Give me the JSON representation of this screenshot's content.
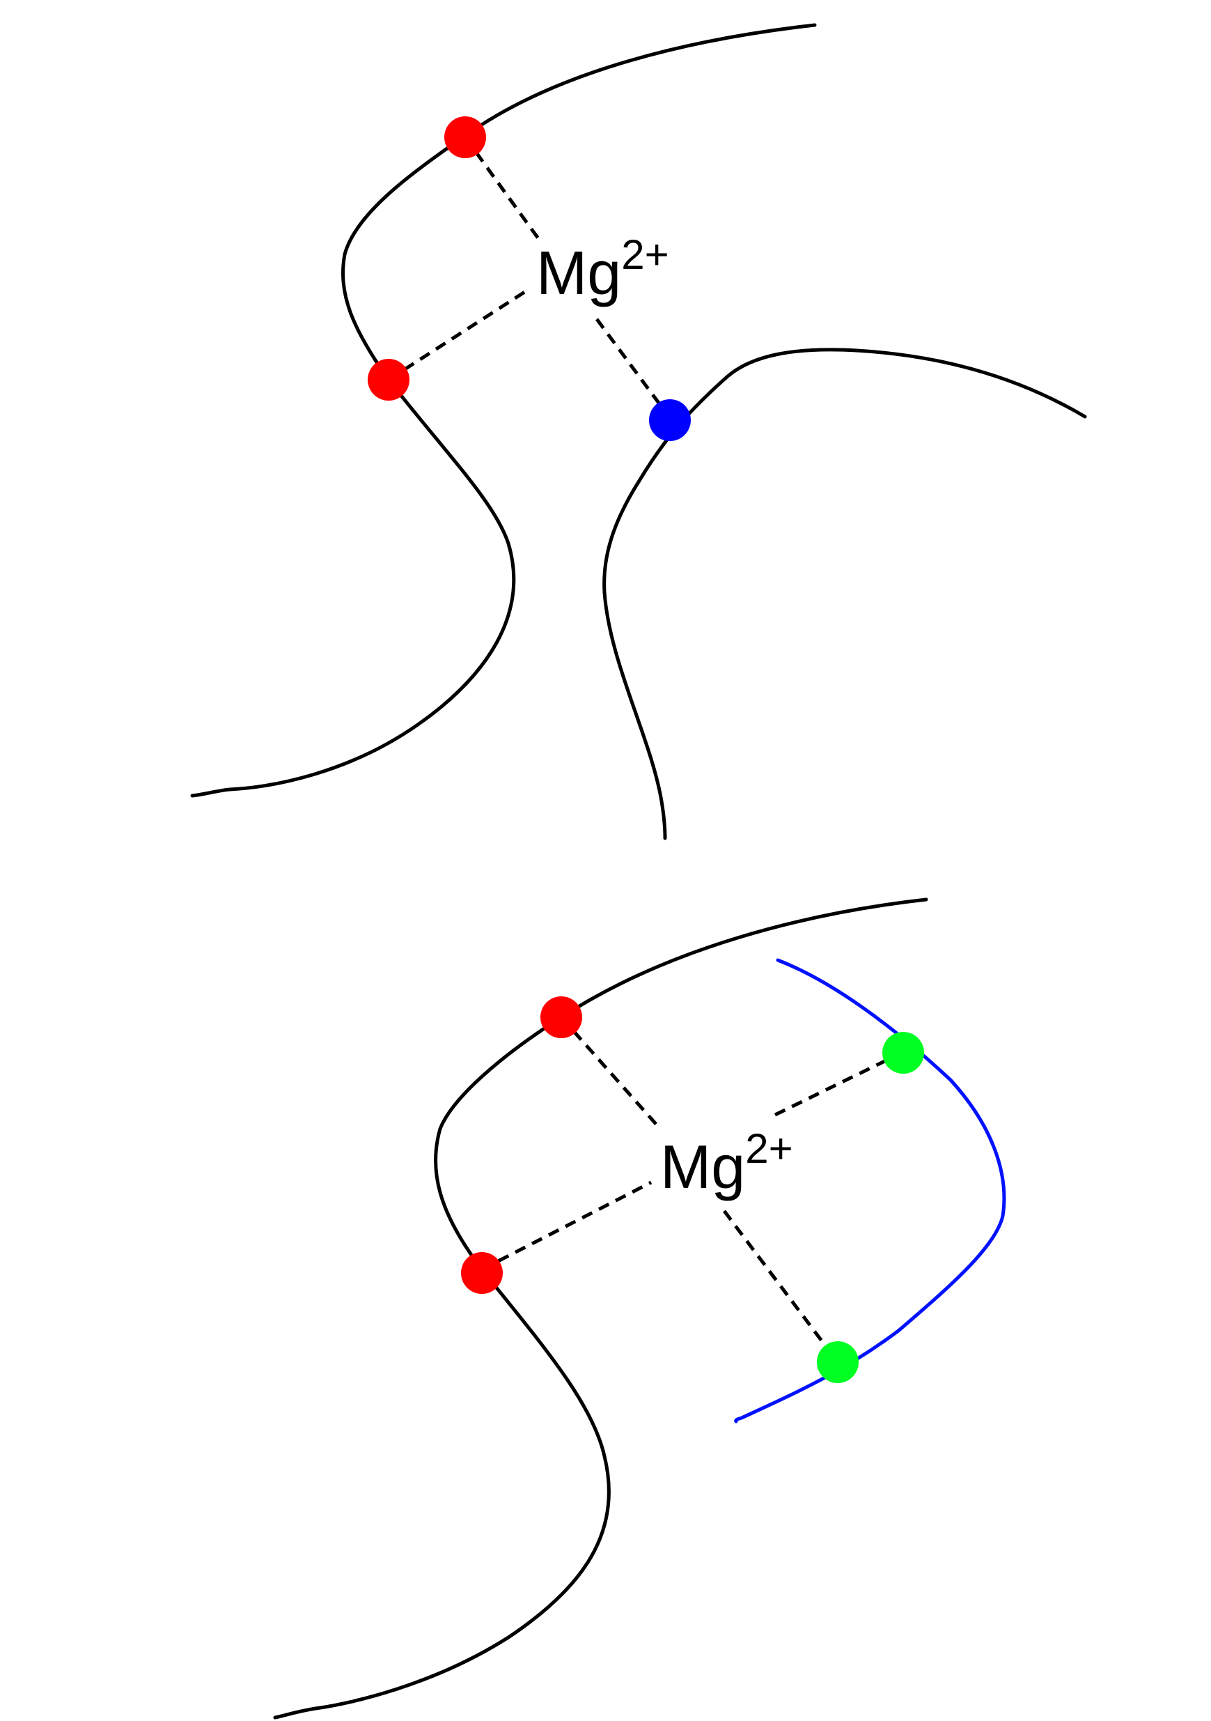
{
  "colors": {
    "strand": "#000000",
    "second_strand_bottom": "#0011ff",
    "oxygen_atom": "#ff0000",
    "nitrogen_atom": "#0000ff",
    "coordinating_atom_bottom": "#00ff22",
    "bond": "#000000",
    "label": "#000000"
  },
  "top_complex": {
    "ion": {
      "symbol": "Mg",
      "charge": "2+"
    },
    "atoms": [
      {
        "name": "oxygen-atom-upper",
        "element": "O",
        "color_key": "oxygen_atom"
      },
      {
        "name": "oxygen-atom-lower",
        "element": "O",
        "color_key": "oxygen_atom"
      },
      {
        "name": "nitrogen-atom",
        "element": "N",
        "color_key": "nitrogen_atom"
      }
    ],
    "coordination_count": 3
  },
  "bottom_complex": {
    "ion": {
      "symbol": "Mg",
      "charge": "2+"
    },
    "atoms": [
      {
        "name": "oxygen-atom-upper",
        "element": "O",
        "color_key": "oxygen_atom"
      },
      {
        "name": "oxygen-atom-lower",
        "element": "O",
        "color_key": "oxygen_atom"
      },
      {
        "name": "coordinating-atom-upper-right",
        "color_key": "coordinating_atom_bottom"
      },
      {
        "name": "coordinating-atom-lower-right",
        "color_key": "coordinating_atom_bottom"
      }
    ],
    "coordination_count": 4
  }
}
